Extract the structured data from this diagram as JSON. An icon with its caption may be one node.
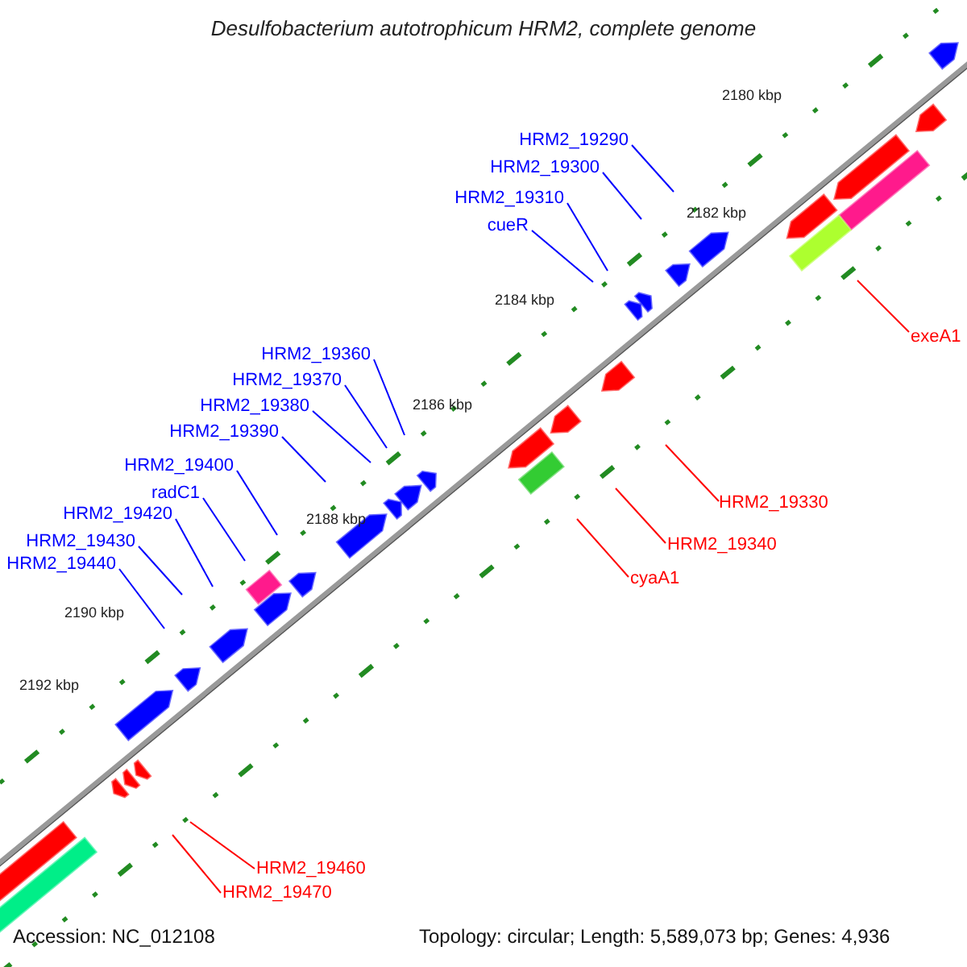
{
  "diagram": {
    "title": "Desulfobacterium autotrophicum HRM2, complete genome",
    "nodes": [
      {
        "text": [
          "HRM2_19290"
        ]
      },
      {
        "text": [
          "HRM2_19300"
        ]
      },
      {
        "text": [
          "HRM2_19310"
        ]
      },
      {
        "text": [
          "cueR"
        ]
      },
      {
        "text": [
          "HRM2_19360"
        ]
      },
      {
        "text": [
          "HRM2_19370"
        ]
      },
      {
        "text": [
          "HRM2_19380"
        ]
      },
      {
        "text": [
          "HRM2_19390"
        ]
      },
      {
        "text": [
          "HRM2_19400"
        ]
      },
      {
        "text": [
          "radC1"
        ]
      },
      {
        "text": [
          "HRM2_19420"
        ]
      },
      {
        "text": [
          "HRM2_19430"
        ]
      },
      {
        "text": [
          "HRM2_19440"
        ]
      },
      {
        "text": [
          "exeA1"
        ]
      },
      {
        "text": [
          "HRM2_19330"
        ]
      },
      {
        "text": [
          "HRM2_19340"
        ]
      },
      {
        "text": [
          "cyaA1"
        ]
      },
      {
        "text": [
          "HRM2_19460"
        ]
      },
      {
        "text": [
          "HRM2_19470"
        ]
      }
    ],
    "edges": [
      {
        "from": 0,
        "to": null,
        "arrow": "none"
      },
      {
        "from": 1,
        "to": null,
        "arrow": "none"
      },
      {
        "from": 2,
        "to": null,
        "arrow": "none"
      },
      {
        "from": 3,
        "to": null,
        "arrow": "none"
      },
      {
        "from": 4,
        "to": null,
        "arrow": "none"
      },
      {
        "from": 5,
        "to": null,
        "arrow": "none"
      },
      {
        "from": 6,
        "to": null,
        "arrow": "none"
      },
      {
        "from": 7,
        "to": null,
        "arrow": "none"
      },
      {
        "from": 8,
        "to": null,
        "arrow": "none"
      },
      {
        "from": 9,
        "to": null,
        "arrow": "none"
      },
      {
        "from": 10,
        "to": null,
        "arrow": "none"
      },
      {
        "from": 11,
        "to": null,
        "arrow": "none"
      },
      {
        "from": 12,
        "to": null,
        "arrow": "none"
      },
      {
        "from": 13,
        "to": null,
        "arrow": "none",
        "color": "#ff0000"
      },
      {
        "from": 14,
        "to": null,
        "arrow": "none",
        "color": "#ff0000"
      },
      {
        "from": 15,
        "to": null,
        "arrow": "none",
        "color": "#ff0000"
      },
      {
        "from": 16,
        "to": null,
        "arrow": "none",
        "color": "#ff0000"
      },
      {
        "from": 17,
        "to": null,
        "arrow": "none",
        "color": "#ff0000"
      },
      {
        "from": 18,
        "to": null,
        "arrow": "none",
        "color": "#ff0000"
      }
    ],
    "labels": [
      "2180 kbp",
      "2182 kbp",
      "2184 kbp",
      "2186 kbp",
      "2188 kbp",
      "2190 kbp",
      "2192 kbp",
      "Accession: NC_012108",
      "Topology: circular; Length: 5,589,073 bp; Genes: 4,936"
    ]
  }
}
